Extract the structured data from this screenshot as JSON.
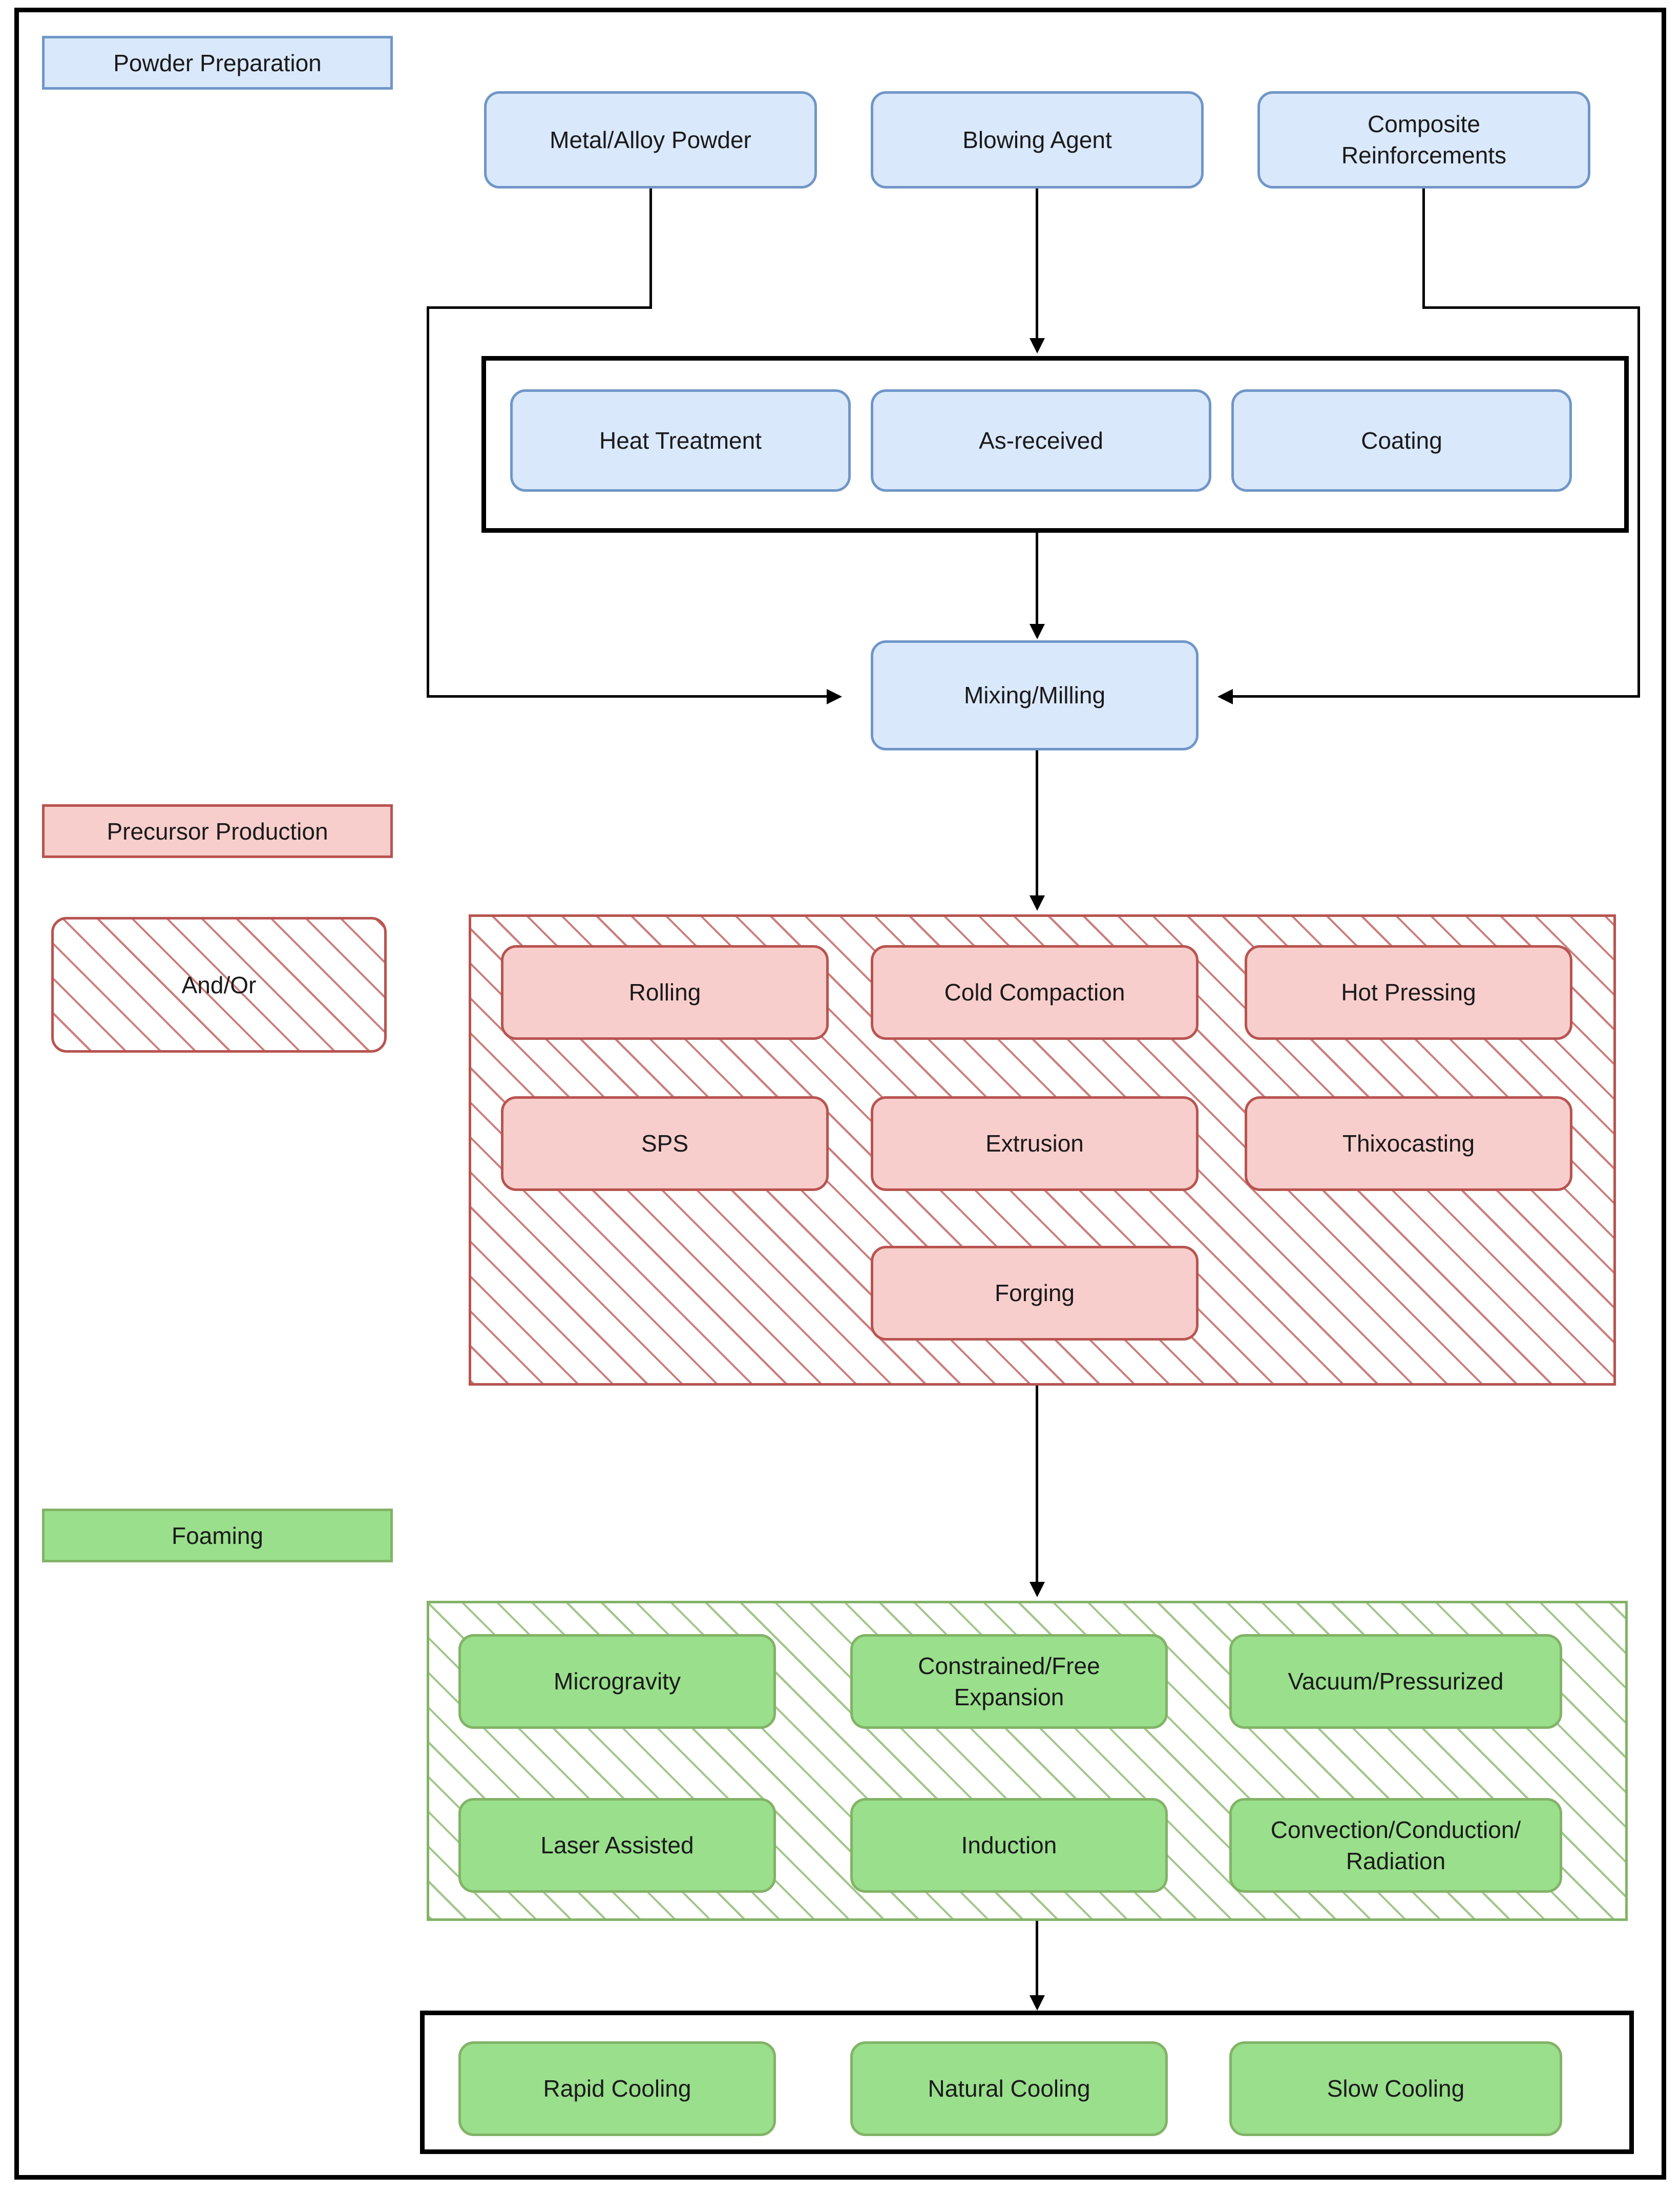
{
  "diagram": {
    "title_hidden": "",
    "sections": [
      {
        "key": "powder_preparation",
        "legend_label": "Powder Preparation",
        "accent": "#dae8fc",
        "border": "#7096c8"
      },
      {
        "key": "precursor_production",
        "legend_label": "Precursor Production",
        "accent": "#f8cecc",
        "border": "#b85450"
      },
      {
        "key": "foaming",
        "legend_label": "Foaming",
        "accent": "#9adf8c",
        "border": "#82b366"
      }
    ],
    "andor_label": "And/Or",
    "inputs": [
      {
        "label": "Metal/Alloy Powder"
      },
      {
        "label": "Blowing Agent"
      },
      {
        "label": "Composite\nReinforcements"
      }
    ],
    "powder_treatments": [
      {
        "label": "Heat Treatment"
      },
      {
        "label": "As-received"
      },
      {
        "label": "Coating"
      }
    ],
    "mixing": {
      "label": "Mixing/Milling"
    },
    "precursor_methods": [
      {
        "label": "Rolling"
      },
      {
        "label": "Cold Compaction"
      },
      {
        "label": "Hot Pressing"
      },
      {
        "label": "SPS"
      },
      {
        "label": "Extrusion"
      },
      {
        "label": "Thixocasting"
      },
      {
        "label": "Forging"
      }
    ],
    "foaming_methods": [
      {
        "label": "Microgravity"
      },
      {
        "label": "Constrained/Free\nExpansion"
      },
      {
        "label": "Vacuum/Pressurized"
      },
      {
        "label": "Laser Assisted"
      },
      {
        "label": "Induction"
      },
      {
        "label": "Convection/Conduction/\nRadiation"
      }
    ],
    "cooling_methods": [
      {
        "label": "Rapid Cooling"
      },
      {
        "label": "Natural Cooling"
      },
      {
        "label": "Slow Cooling"
      }
    ]
  }
}
